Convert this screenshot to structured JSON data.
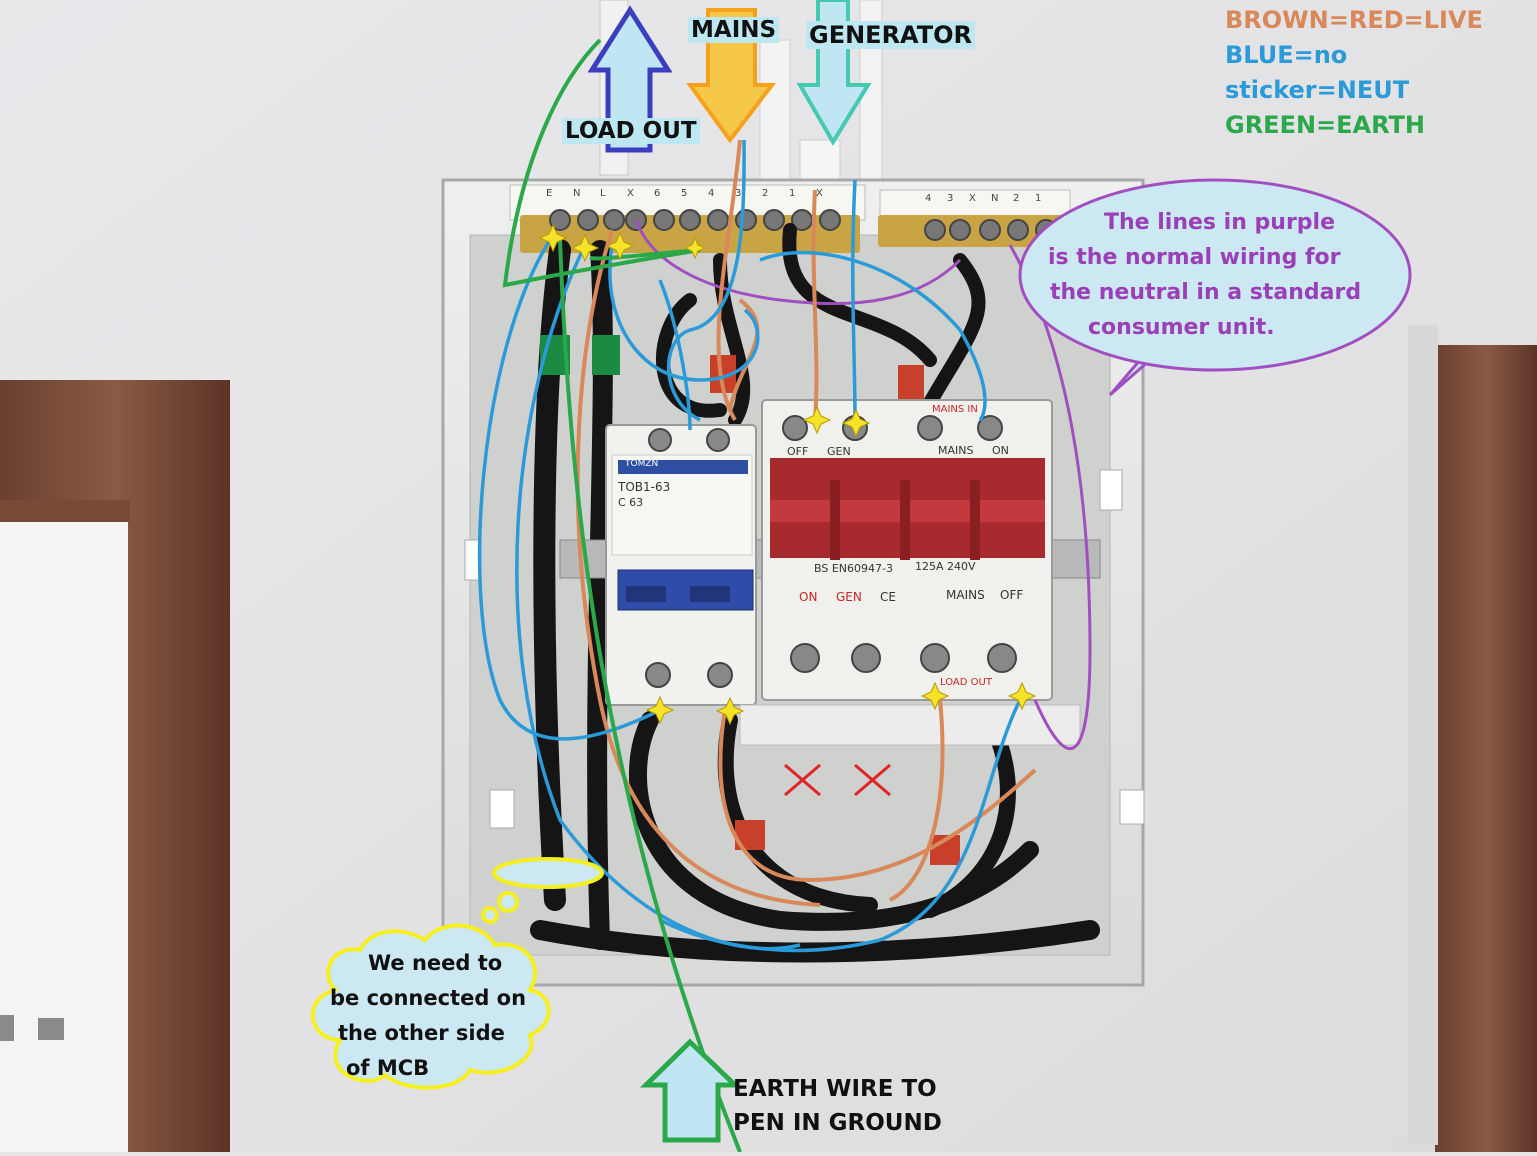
{
  "labels": {
    "mains": "MAINS",
    "generator": "GENERATOR",
    "load_out": "LOAD OUT",
    "earth_wire_line1": "EARTH WIRE TO",
    "earth_wire_line2": "PEN IN GROUND"
  },
  "legend": {
    "brown": "BROWN=RED=LIVE",
    "blue": "BLUE=no sticker=NEUT",
    "green": "GREEN=EARTH"
  },
  "speech_bubble": {
    "lines": [
      "The lines in purple",
      "is the normal wiring for",
      "the neutral in a standard",
      "consumer unit."
    ]
  },
  "thought_cloud": {
    "lines": [
      "We need to",
      "be connected on",
      "the other side",
      "of MCB"
    ]
  },
  "device_text": {
    "mcb_brand": "TOMZN",
    "mcb_model": "TOB1-63",
    "mcb_rating": "C 63",
    "switch_top_off": "OFF",
    "switch_top_gen": "GEN",
    "switch_top_mains": "MAINS",
    "switch_top_on": "ON",
    "switch_in_mains": "MAINS  IN",
    "switch_standard": "BS EN60947-3",
    "switch_rating": "125A 240V",
    "switch_bottom_on": "ON",
    "switch_bottom_gen": "GEN",
    "switch_bottom_ce": "CE",
    "switch_bottom_mains": "MAINS",
    "switch_bottom_off": "OFF",
    "switch_load_out": "LOAD OUT",
    "terminal_left_marks": [
      "E",
      "N",
      "L",
      "X",
      "6",
      "5",
      "4",
      "3",
      "2",
      "1",
      "X"
    ],
    "terminal_right_marks": [
      "4",
      "3",
      "X",
      "N",
      "2",
      "1"
    ]
  },
  "colors": {
    "live": "#d9885a",
    "neutral": "#2a9ad8",
    "earth": "#2aa84a",
    "purple_note": "#a14fc0",
    "mains_arrow": "#f6a11c",
    "load_arrow": "#3b3fbf",
    "gen_arrow": "#45c9b0"
  },
  "icons": [
    "cross-mark-icon",
    "junction-star-icon",
    "up-arrow-icon",
    "down-arrow-icon"
  ]
}
